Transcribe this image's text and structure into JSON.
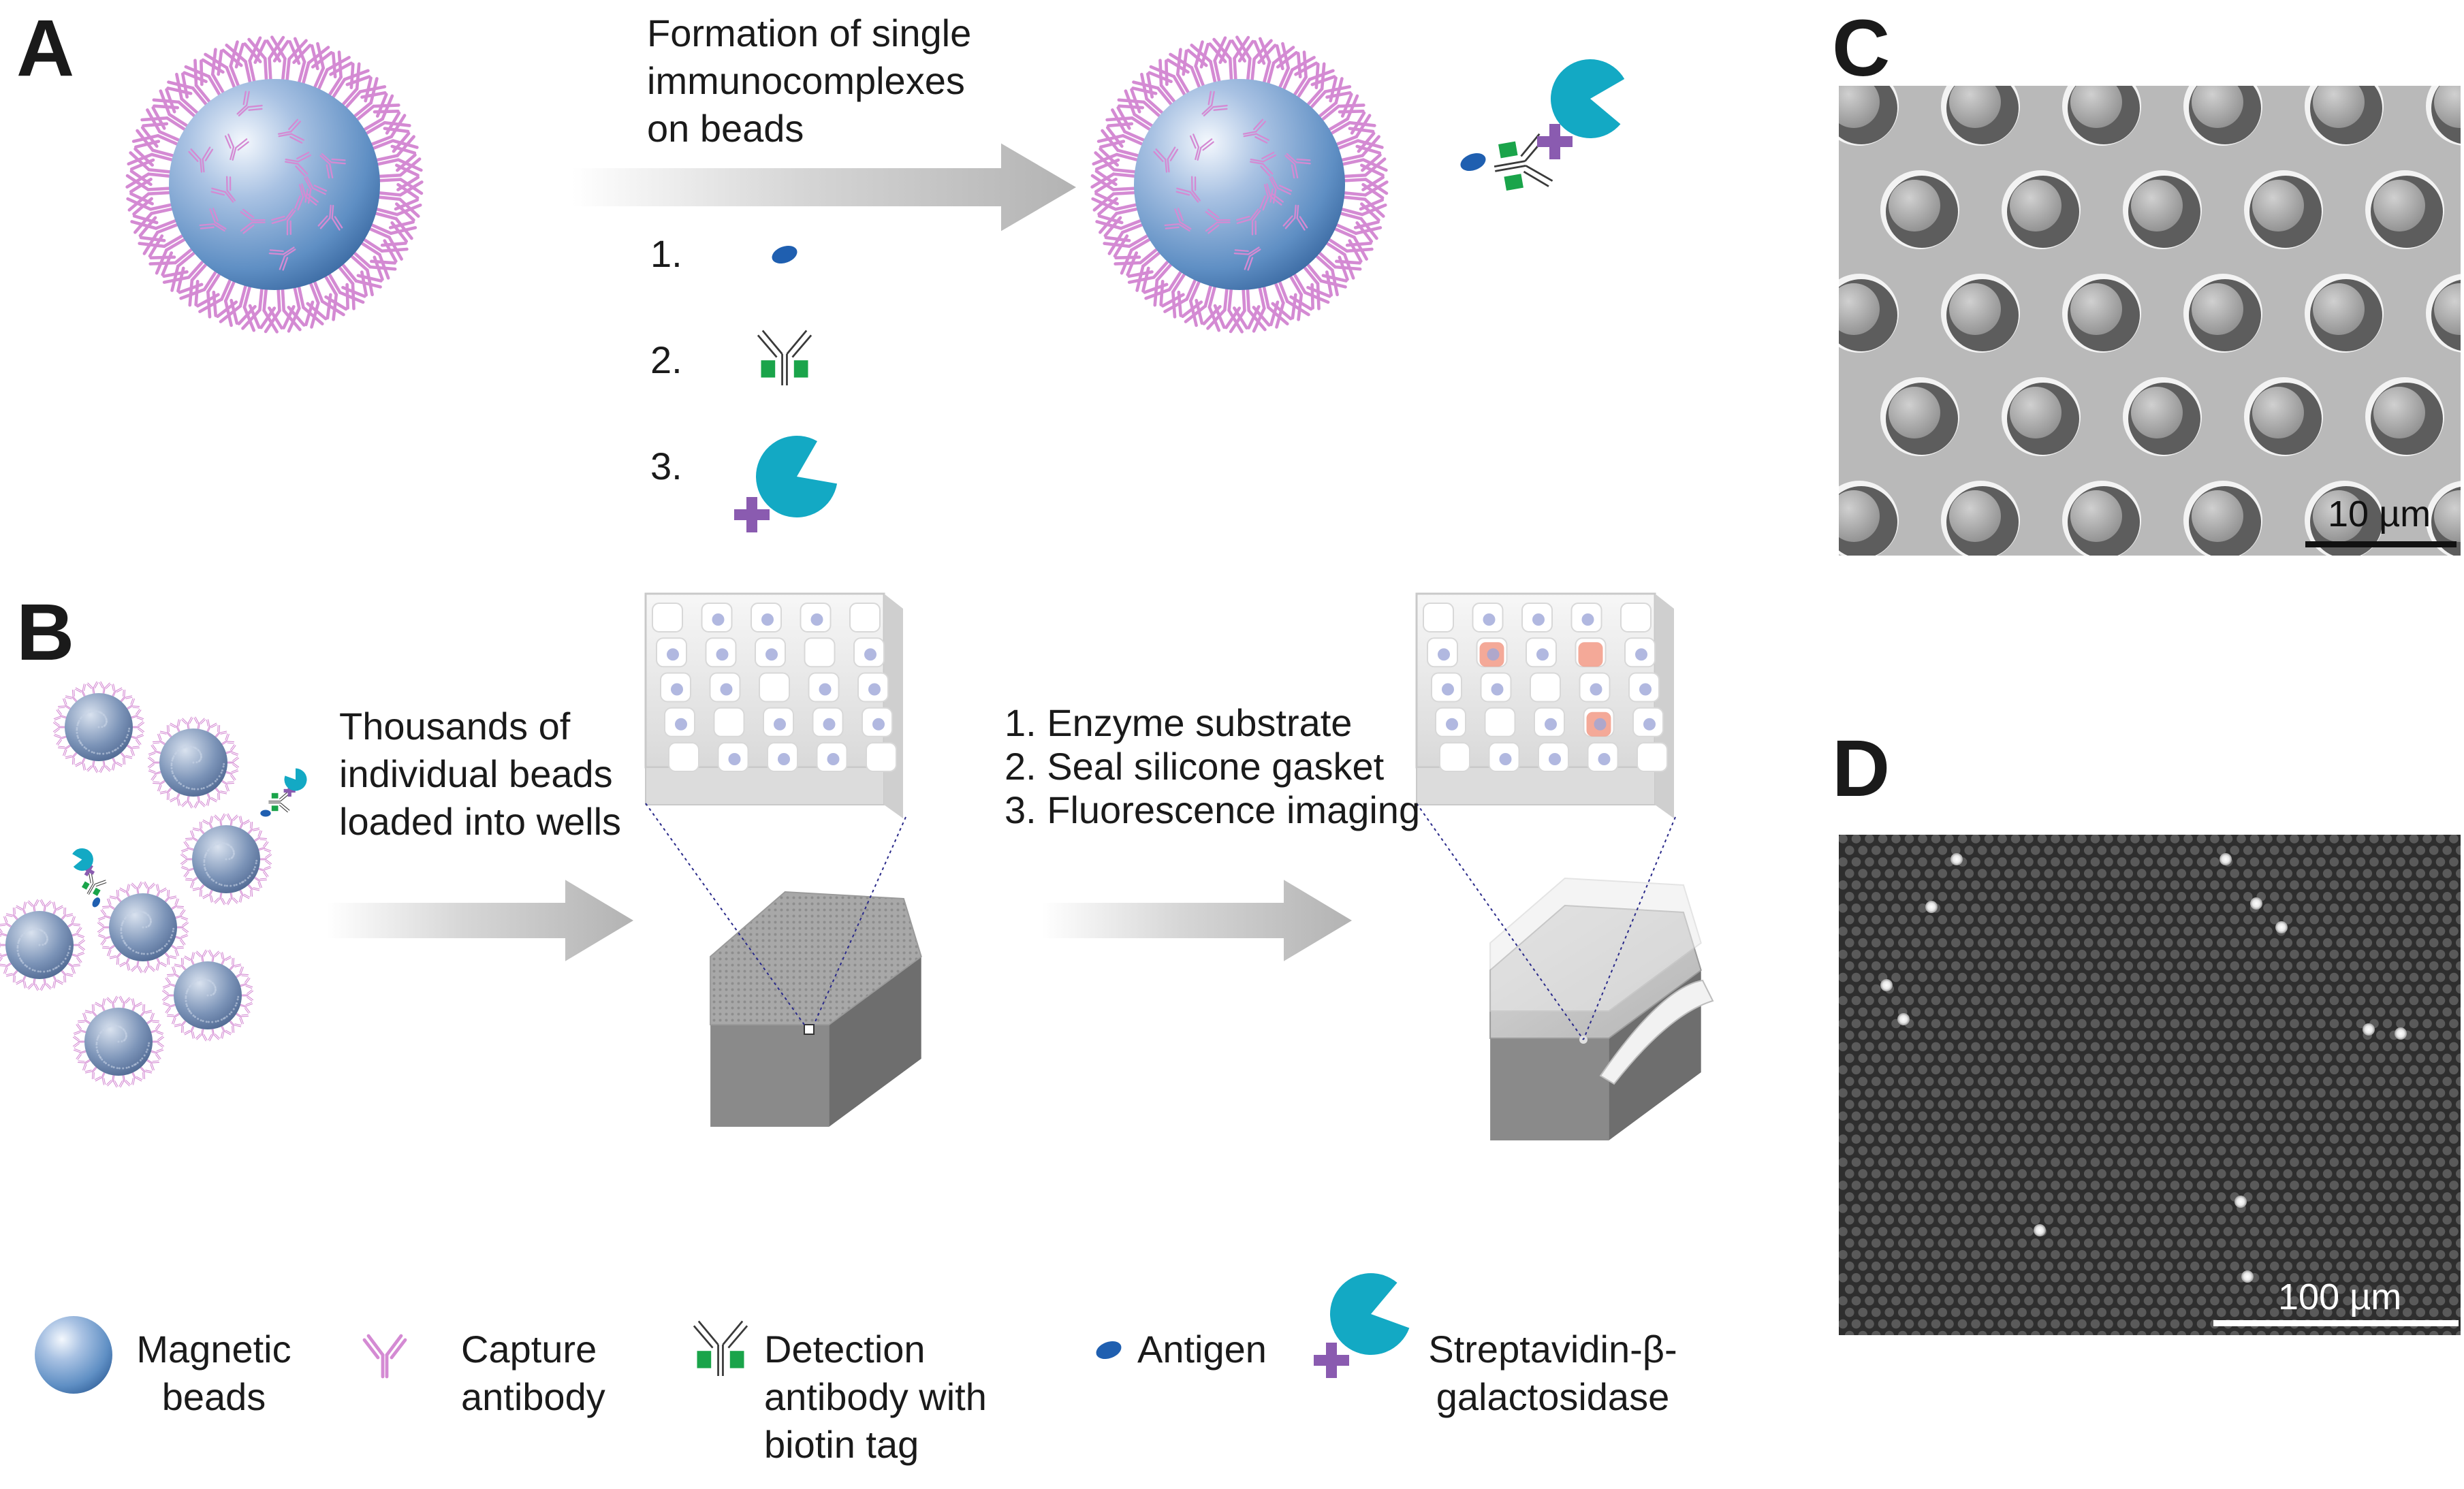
{
  "panels": {
    "a": "A",
    "b": "B",
    "c": "C",
    "d": "D"
  },
  "panel_a": {
    "arrow_text_lines": [
      "Formation of single",
      "immunocomplexes",
      "on beads"
    ],
    "steps": [
      "1.",
      "2.",
      "3."
    ]
  },
  "panel_b": {
    "arrow1_lines": [
      "Thousands of",
      "individual beads",
      "loaded into wells"
    ],
    "arrow2_lines": [
      "1. Enzyme substrate",
      "2. Seal silicone gasket",
      "3. Fluorescence imaging"
    ]
  },
  "panel_c": {
    "scale_label": "10 µm"
  },
  "panel_d": {
    "scale_label": "100 µm"
  },
  "legend": {
    "magnetic_beads": [
      "Magnetic",
      "beads"
    ],
    "capture_antibody": [
      "Capture",
      "antibody"
    ],
    "detection_antibody": [
      "Detection",
      "antibody with",
      "biotin tag"
    ],
    "antigen": [
      "Antigen"
    ],
    "enzyme": [
      "Streptavidin-β-",
      "galactosidase"
    ]
  },
  "colors": {
    "bead": "#5f8fc4",
    "capture_antibody": "#d48ad3",
    "antigen": "#1f5fb0",
    "biotin": "#1aa44a",
    "streptavidin": "#8a5bb0",
    "enzyme": "#13a9c4",
    "arrow": "#bdbdbd"
  }
}
